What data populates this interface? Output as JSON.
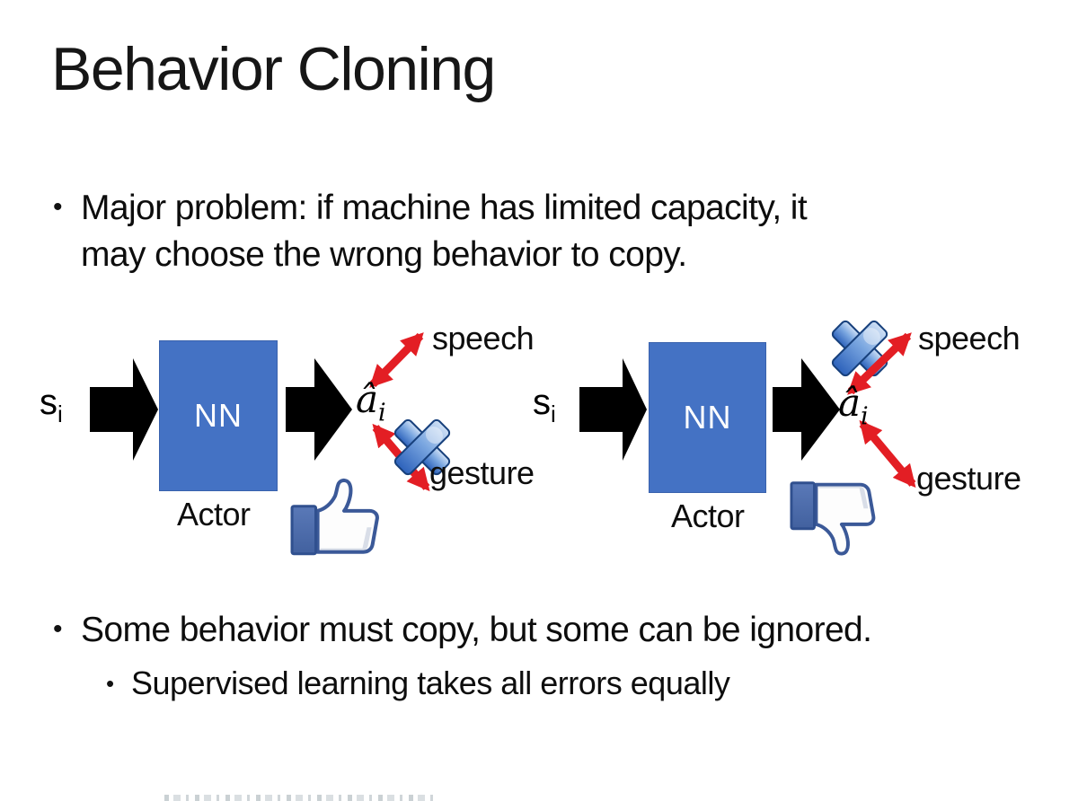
{
  "slide": {
    "title": "Behavior Cloning",
    "bullet_problem_line1": "Major problem: if machine has limited capacity, it",
    "bullet_problem_line2": "may choose the wrong behavior to copy.",
    "bullet_conclusion": "Some behavior must copy, but some can be ignored.",
    "bullet_sub": "Supervised learning takes all errors equally",
    "bullet_marker": "•"
  },
  "diagram_left": {
    "input_symbol": "s",
    "input_subscript": "i",
    "network_label": "NN",
    "output_symbol": "â",
    "output_subscript": "i",
    "actor_label": "Actor",
    "speech_label": "speech",
    "gesture_label": "gesture",
    "crossed_out_action": "gesture",
    "feedback_icon": "thumbs-up"
  },
  "diagram_right": {
    "input_symbol": "s",
    "input_subscript": "i",
    "network_label": "NN",
    "output_symbol": "â",
    "output_subscript": "i",
    "actor_label": "Actor",
    "speech_label": "speech",
    "gesture_label": "gesture",
    "crossed_out_action": "speech",
    "feedback_icon": "thumbs-down"
  },
  "colors": {
    "nn_box_fill": "#4472C4",
    "nn_box_border": "#3A62AD",
    "flow_arrow_black": "#000000",
    "action_arrow_red": "#E31E24",
    "cross_blue": "#3A6FC4",
    "thumb_outline_blue": "#3B5998",
    "text_color": "#111111",
    "background": "#FFFFFF"
  }
}
